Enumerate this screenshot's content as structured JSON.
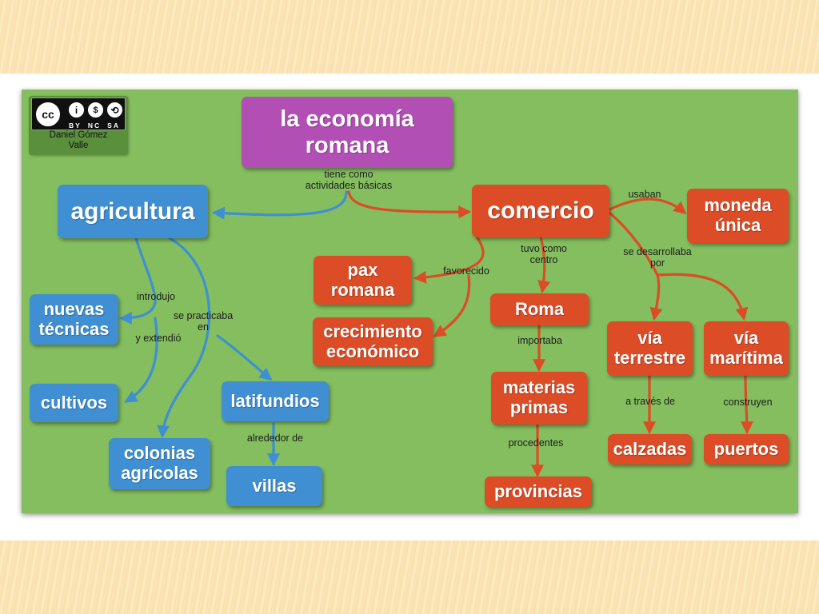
{
  "license": {
    "badge_text": [
      "BY",
      "NC",
      "SA"
    ],
    "author": [
      "Daniel Gómez",
      "Valle"
    ]
  },
  "nodes": {
    "central": [
      "la economía",
      "romana"
    ],
    "agricultura": [
      "agricultura"
    ],
    "comercio": [
      "comercio"
    ],
    "moneda_unica": [
      "moneda",
      "única"
    ],
    "pax_romana": [
      "pax",
      "romana"
    ],
    "crecimiento_economico": [
      "crecimiento",
      "económico"
    ],
    "roma": [
      "Roma"
    ],
    "materias_primas": [
      "materias",
      "primas"
    ],
    "provincias": [
      "provincias"
    ],
    "via_terrestre": [
      "vía",
      "terrestre"
    ],
    "via_maritima": [
      "vía",
      "marítima"
    ],
    "calzadas": [
      "calzadas"
    ],
    "puertos": [
      "puertos"
    ],
    "nuevas_tecnicas": [
      "nuevas",
      "técnicas"
    ],
    "cultivos": [
      "cultivos"
    ],
    "colonias_agricolas": [
      "colonias",
      "agrícolas"
    ],
    "latifundios": [
      "latifundios"
    ],
    "villas": [
      "villas"
    ]
  },
  "links": {
    "tiene_como": [
      "tiene como",
      "actividades básicas"
    ],
    "usaban": [
      "usaban"
    ],
    "favorecido": [
      "favorecido"
    ],
    "tuvo_como_centro": [
      "tuvo como",
      "centro"
    ],
    "se_desarrollaba_por": [
      "se desarrollaba",
      "por"
    ],
    "importaba": [
      "importaba"
    ],
    "procedentes": [
      "procedentes"
    ],
    "a_traves_de": [
      "a través de"
    ],
    "construyen": [
      "construyen"
    ],
    "introdujo": [
      "introdujo"
    ],
    "y_extendio": [
      "y extendió"
    ],
    "se_practicaba_en": [
      "se practicaba",
      "en"
    ],
    "alrededor_de": [
      "alrededor de"
    ]
  },
  "colors": {
    "board": "#84be5e",
    "purple": "#b14fb5",
    "blue": "#3f8fd2",
    "red": "#dc4c26",
    "blue_link": "#3f8fd2",
    "red_link": "#dc4c26"
  }
}
